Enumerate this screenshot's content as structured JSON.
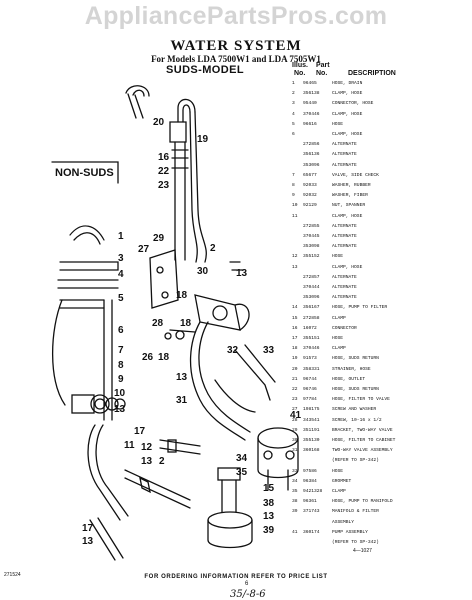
{
  "watermark": "AppliancePartsPros.com",
  "doc": {
    "title": "WATER SYSTEM",
    "subtitle": "For Models  LDA 7500W1   and  LDA 7505W1",
    "suds_label": "SUDS-MODEL",
    "nonsuds_label": "NON-SUDS",
    "fig_code": "4—1027",
    "footer": "FOR ORDERING INFORMATION REFER TO PRICE LIST",
    "footer_left": "271524",
    "page_num": "6",
    "handwritten": "35/-8-6"
  },
  "parts_table": {
    "header_illus": "Illus.",
    "header_part": "Part",
    "header_no1": "No.",
    "header_no2": "No.",
    "header_desc": "DESCRIPTION",
    "rows": [
      [
        "1",
        "96465",
        "HOSE, DRAIN"
      ],
      [
        "2",
        "356138",
        "CLAMP, HOSE"
      ],
      [
        "3",
        "95440",
        "CONNECTOR, HOSE"
      ],
      [
        "4",
        "370446",
        "CLAMP, HOSE"
      ],
      [
        "5",
        "96616",
        "HOSE"
      ],
      [
        "6",
        "",
        "CLAMP, HOSE"
      ],
      [
        "",
        "272856",
        "ALTERNATE"
      ],
      [
        "",
        "356136",
        "ALTERNATE"
      ],
      [
        "",
        "353096",
        "ALTERNATE"
      ],
      [
        "7",
        "65677",
        "VALVE, SIDE CHECK"
      ],
      [
        "8",
        "92033",
        "WASHER, RUBBER"
      ],
      [
        "9",
        "92032",
        "WASHER, FIBER"
      ],
      [
        "10",
        "92129",
        "NUT, SPANNER"
      ],
      [
        "11",
        "",
        "CLAMP, HOSE"
      ],
      [
        "",
        "272855",
        "ALTERNATE"
      ],
      [
        "",
        "370445",
        "ALTERNATE"
      ],
      [
        "",
        "353098",
        "ALTERNATE"
      ],
      [
        "12",
        "355152",
        "HOSE"
      ],
      [
        "13",
        "",
        "CLAMP, HOSE"
      ],
      [
        "",
        "272857",
        "ALTERNATE"
      ],
      [
        "",
        "370444",
        "ALTERNATE"
      ],
      [
        "",
        "353096",
        "ALTERNATE"
      ],
      [
        "14",
        "356167",
        "HOSE, PUMP TO FILTER"
      ],
      [
        "15",
        "272858",
        "CLAMP"
      ],
      [
        "16",
        "16072",
        "CONNECTOR"
      ],
      [
        "17",
        "355151",
        "HOSE"
      ],
      [
        "18",
        "370446",
        "CLAMP"
      ],
      [
        "19",
        "91573",
        "HOSE, SUDS RETURN"
      ],
      [
        "20",
        "358331",
        "STRAINER, HOSE"
      ],
      [
        "21",
        "96744",
        "HOSE, OUTLET"
      ],
      [
        "22",
        "96746",
        "HOSE, SUDS RETURN"
      ],
      [
        "23",
        "97784",
        "HOSE, FILTER TO VALVE"
      ],
      [
        "27",
        "198175",
        "SCREW AND WASHER"
      ],
      [
        "28",
        "343541",
        "SCREW, 10-16 x 1/2"
      ],
      [
        "29",
        "351191",
        "BRACKET, TWO-WAY VALVE"
      ],
      [
        "30",
        "355130",
        "HOSE, FILTER TO CABINET"
      ],
      [
        "31",
        "360168",
        "TWO-WAY VALVE ASSEMBLY"
      ],
      [
        "",
        "",
        "(REFER TO SP-342)"
      ],
      [
        "33",
        "97586",
        "HOSE"
      ],
      [
        "34",
        "96384",
        "GROMMET"
      ],
      [
        "35",
        "9421328",
        "CLAMP"
      ],
      [
        "38",
        "96361",
        "HOSE, PUMP TO MANIFOLD"
      ],
      [
        "39",
        "371743",
        "MANIFOLD & FILTER"
      ],
      [
        "",
        "",
        "ASSEMBLY"
      ],
      [
        "41",
        "360174",
        "PUMP ASSEMBLY"
      ],
      [
        "",
        "",
        "(REFER TO SP-342)"
      ]
    ]
  },
  "callouts": {
    "c20": "20",
    "c19": "19",
    "c16": "16",
    "c22": "22",
    "c23": "23",
    "c29": "29",
    "c27": "27",
    "c2": "2",
    "c30": "30",
    "c13a": "13",
    "c1": "1",
    "c3": "3",
    "c4": "4",
    "c5": "5",
    "c18a": "18",
    "c28": "28",
    "c18b": "18",
    "c26": "26",
    "c18c": "18",
    "c13b": "13",
    "c32": "32",
    "c33": "33",
    "c31": "31",
    "c6": "6",
    "c7": "7",
    "c8": "8",
    "c9": "9",
    "c10": "10",
    "c13c": "13",
    "c41": "41",
    "c17a": "17",
    "c11": "11",
    "c12": "12",
    "c13d": "13",
    "c2b": "2",
    "c34": "34",
    "c35": "35",
    "c15": "15",
    "c38": "38",
    "c13e": "13",
    "c39": "39",
    "c17b": "17",
    "c13f": "13"
  }
}
